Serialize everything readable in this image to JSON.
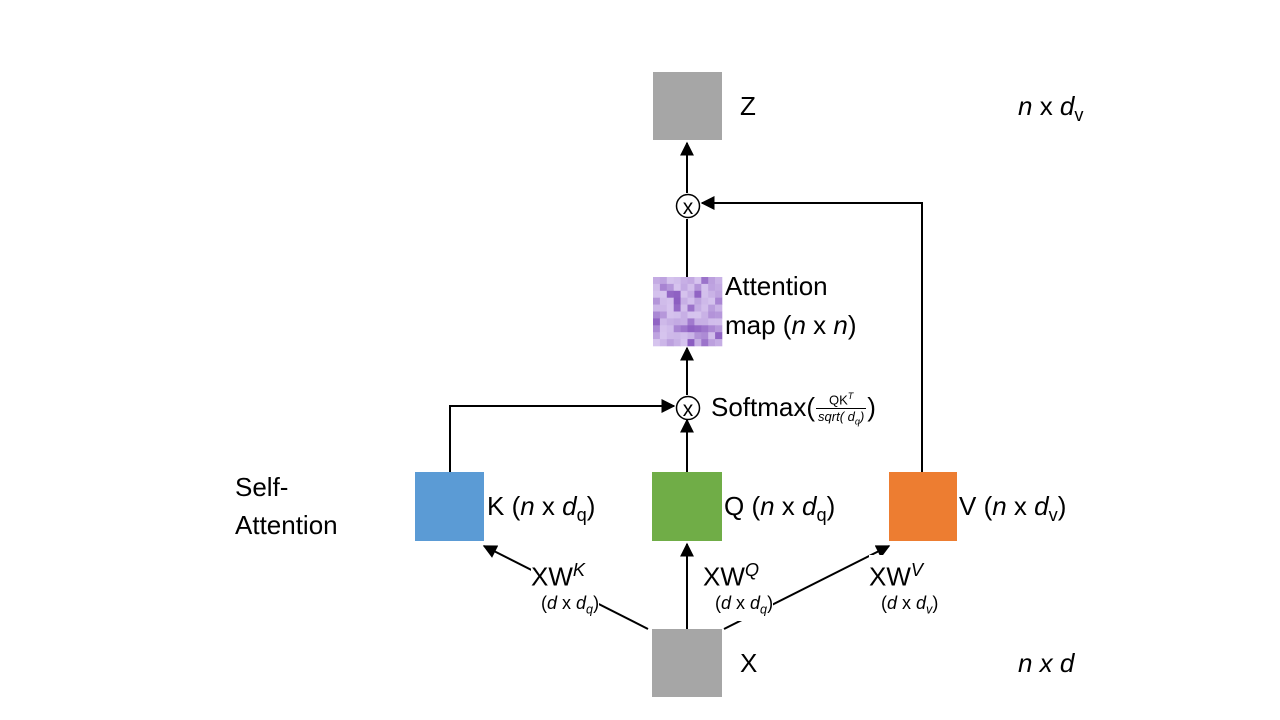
{
  "colors": {
    "gray": "#a6a6a6",
    "k_block": "#5b9bd5",
    "q_block": "#70ad47",
    "v_block": "#ed7d31",
    "attention_dark": "#8a5bc0",
    "attention_light": "#c9aee6",
    "arrow": "#000000"
  },
  "labels": {
    "z": "Z",
    "z_dims": {
      "n": "n",
      "x": " x ",
      "d": "d",
      "sub": "v"
    },
    "x": "X",
    "x_dims": "n x d",
    "self_attention_1": "Self-",
    "self_attention_2": "Attention",
    "attention_1": "Attention",
    "attention_2_pre": "map (",
    "attention_2_n1": "n",
    "attention_2_x": " x ",
    "attention_2_n2": "n",
    "attention_2_post": ")",
    "multiply_symbol": "x",
    "softmax": {
      "pre": "Softmax(",
      "num": "QK",
      "num_sup": "T",
      "den": "sqrt( d",
      "den_sub": "q",
      "den_post": ")",
      "post": ")"
    },
    "k": {
      "name": "K (",
      "n": "n",
      "x": " x ",
      "d": "d",
      "sub": "q",
      "close": ")"
    },
    "q": {
      "name": "Q (",
      "n": "n",
      "x": " x ",
      "d": "d",
      "sub": "q",
      "close": ")"
    },
    "v": {
      "name": "V (",
      "n": "n",
      "x": " x ",
      "d": "d",
      "sub": "v",
      "close": ")"
    },
    "wk": {
      "main": "XW",
      "sup": "K",
      "dims_open": "(",
      "d": "d",
      "x": " x ",
      "dq": "d",
      "sub": "q",
      "dims_close": ")"
    },
    "wq": {
      "main": "XW",
      "sup": "Q",
      "dims_open": "(",
      "d": "d",
      "x": " x ",
      "dq": "d",
      "sub": "q",
      "dims_close": ")"
    },
    "wv": {
      "main": "XW",
      "sup": "V",
      "dims_open": "(",
      "d": "d",
      "x": " x ",
      "dq": "d",
      "sub": "v",
      "dims_close": ")"
    }
  }
}
